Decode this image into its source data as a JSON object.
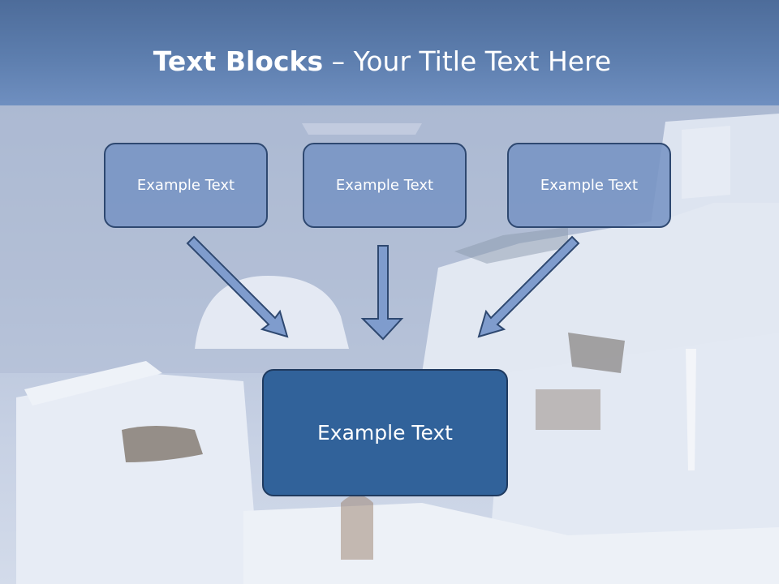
{
  "title": {
    "bold": "Text Blocks",
    "rest": " – Your Title Text Here"
  },
  "blocks": [
    {
      "label": "Example Text"
    },
    {
      "label": "Example Text"
    },
    {
      "label": "Example Text"
    }
  ],
  "main_block": {
    "label": "Example Text"
  },
  "colors": {
    "header": "#5d7eae",
    "small_box": "#7894c4",
    "main_box": "#31629a",
    "arrow": "#7f9ccd"
  }
}
